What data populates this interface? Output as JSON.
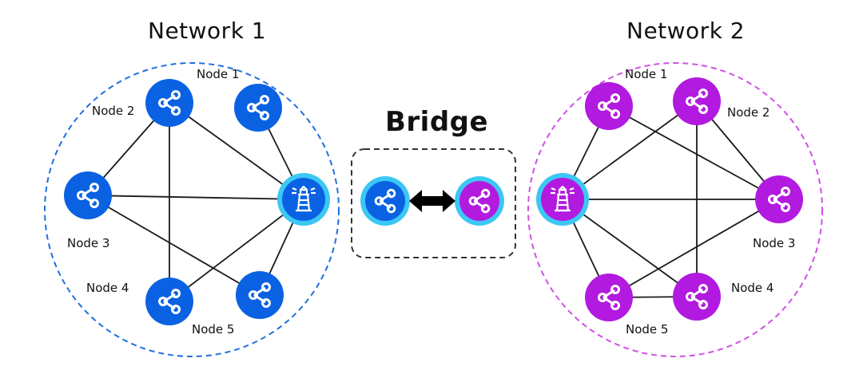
{
  "bridge": {
    "title": "Bridge"
  },
  "network1": {
    "title": "Network 1",
    "color": "#0a62e3",
    "dash_color": "#1f6fe0",
    "node_labels": [
      "Node 1",
      "Node 2",
      "Node 3",
      "Node 4",
      "Node 5"
    ]
  },
  "network2": {
    "title": "Network 2",
    "color": "#b21ae0",
    "dash_color": "#d050e6",
    "node_labels": [
      "Node 1",
      "Node 2",
      "Node 3",
      "Node 4",
      "Node 5"
    ]
  },
  "colors": {
    "edge": "#1a1a1a",
    "lighthouse_ring": "#3cc7f5",
    "bridge_border": "#333333"
  },
  "icons": {
    "node": "share-icon",
    "gateway": "lighthouse-icon",
    "link": "double-arrow-icon"
  }
}
